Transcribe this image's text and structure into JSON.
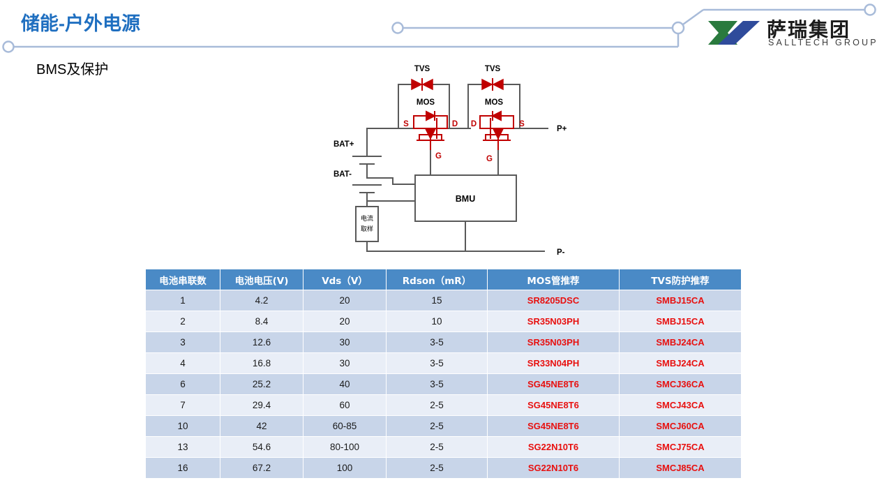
{
  "header": {
    "title": "储能-户外电源",
    "title_color": "#1F6FC0",
    "logo": {
      "cn_name": "萨瑞集团",
      "en_name": "SALLTECH GROUP",
      "green": "#2A7A3E",
      "blue": "#2F4B9B"
    },
    "deco_color": "#A8BBD9"
  },
  "subtitle": "BMS及保护",
  "diagram": {
    "labels": {
      "tvs_left": "TVS",
      "tvs_right": "TVS",
      "mos_left": "MOS",
      "mos_right": "MOS",
      "left_mos_source": "S",
      "left_mos_drain": "D",
      "left_mos_gate": "G",
      "right_mos_drain": "D",
      "right_mos_source": "S",
      "right_mos_gate": "G",
      "bat_pos": "BAT+",
      "bat_neg": "BAT-",
      "p_pos": "P+",
      "p_neg": "P-",
      "bmu": "BMU",
      "shunt_line1": "电流",
      "shunt_line2": "取样"
    },
    "colors": {
      "wire": "#595959",
      "device": "#C00000",
      "text": "#000000"
    }
  },
  "table": {
    "header_color": "#4A8AC6",
    "row_odd_color": "#C8D5E9",
    "row_even_color": "#E9EEF7",
    "part_color": "#E8100F",
    "columns": [
      "电池串联数",
      "电池电压(V)",
      "Vds（V）",
      "Rdson（mR）",
      "MOS管推荐",
      "TVS防护推荐"
    ],
    "rows": [
      {
        "cells": [
          "1",
          "4.2",
          "20",
          "15",
          "SR8205DSC",
          "SMBJ15CA"
        ]
      },
      {
        "cells": [
          "2",
          "8.4",
          "20",
          "10",
          "SR35N03PH",
          "SMBJ15CA"
        ]
      },
      {
        "cells": [
          "3",
          "12.6",
          "30",
          "3-5",
          "SR35N03PH",
          "SMBJ24CA"
        ]
      },
      {
        "cells": [
          "4",
          "16.8",
          "30",
          "3-5",
          "SR33N04PH",
          "SMBJ24CA"
        ]
      },
      {
        "cells": [
          "6",
          "25.2",
          "40",
          "3-5",
          "SG45NE8T6",
          "SMCJ36CA"
        ]
      },
      {
        "cells": [
          "7",
          "29.4",
          "60",
          "2-5",
          "SG45NE8T6",
          "SMCJ43CA"
        ]
      },
      {
        "cells": [
          "10",
          "42",
          "60-85",
          "2-5",
          "SG45NE8T6",
          "SMCJ60CA"
        ]
      },
      {
        "cells": [
          "13",
          "54.6",
          "80-100",
          "2-5",
          "SG22N10T6",
          "SMCJ75CA"
        ]
      },
      {
        "cells": [
          "16",
          "67.2",
          "100",
          "2-5",
          "SG22N10T6",
          "SMCJ85CA"
        ]
      }
    ]
  }
}
